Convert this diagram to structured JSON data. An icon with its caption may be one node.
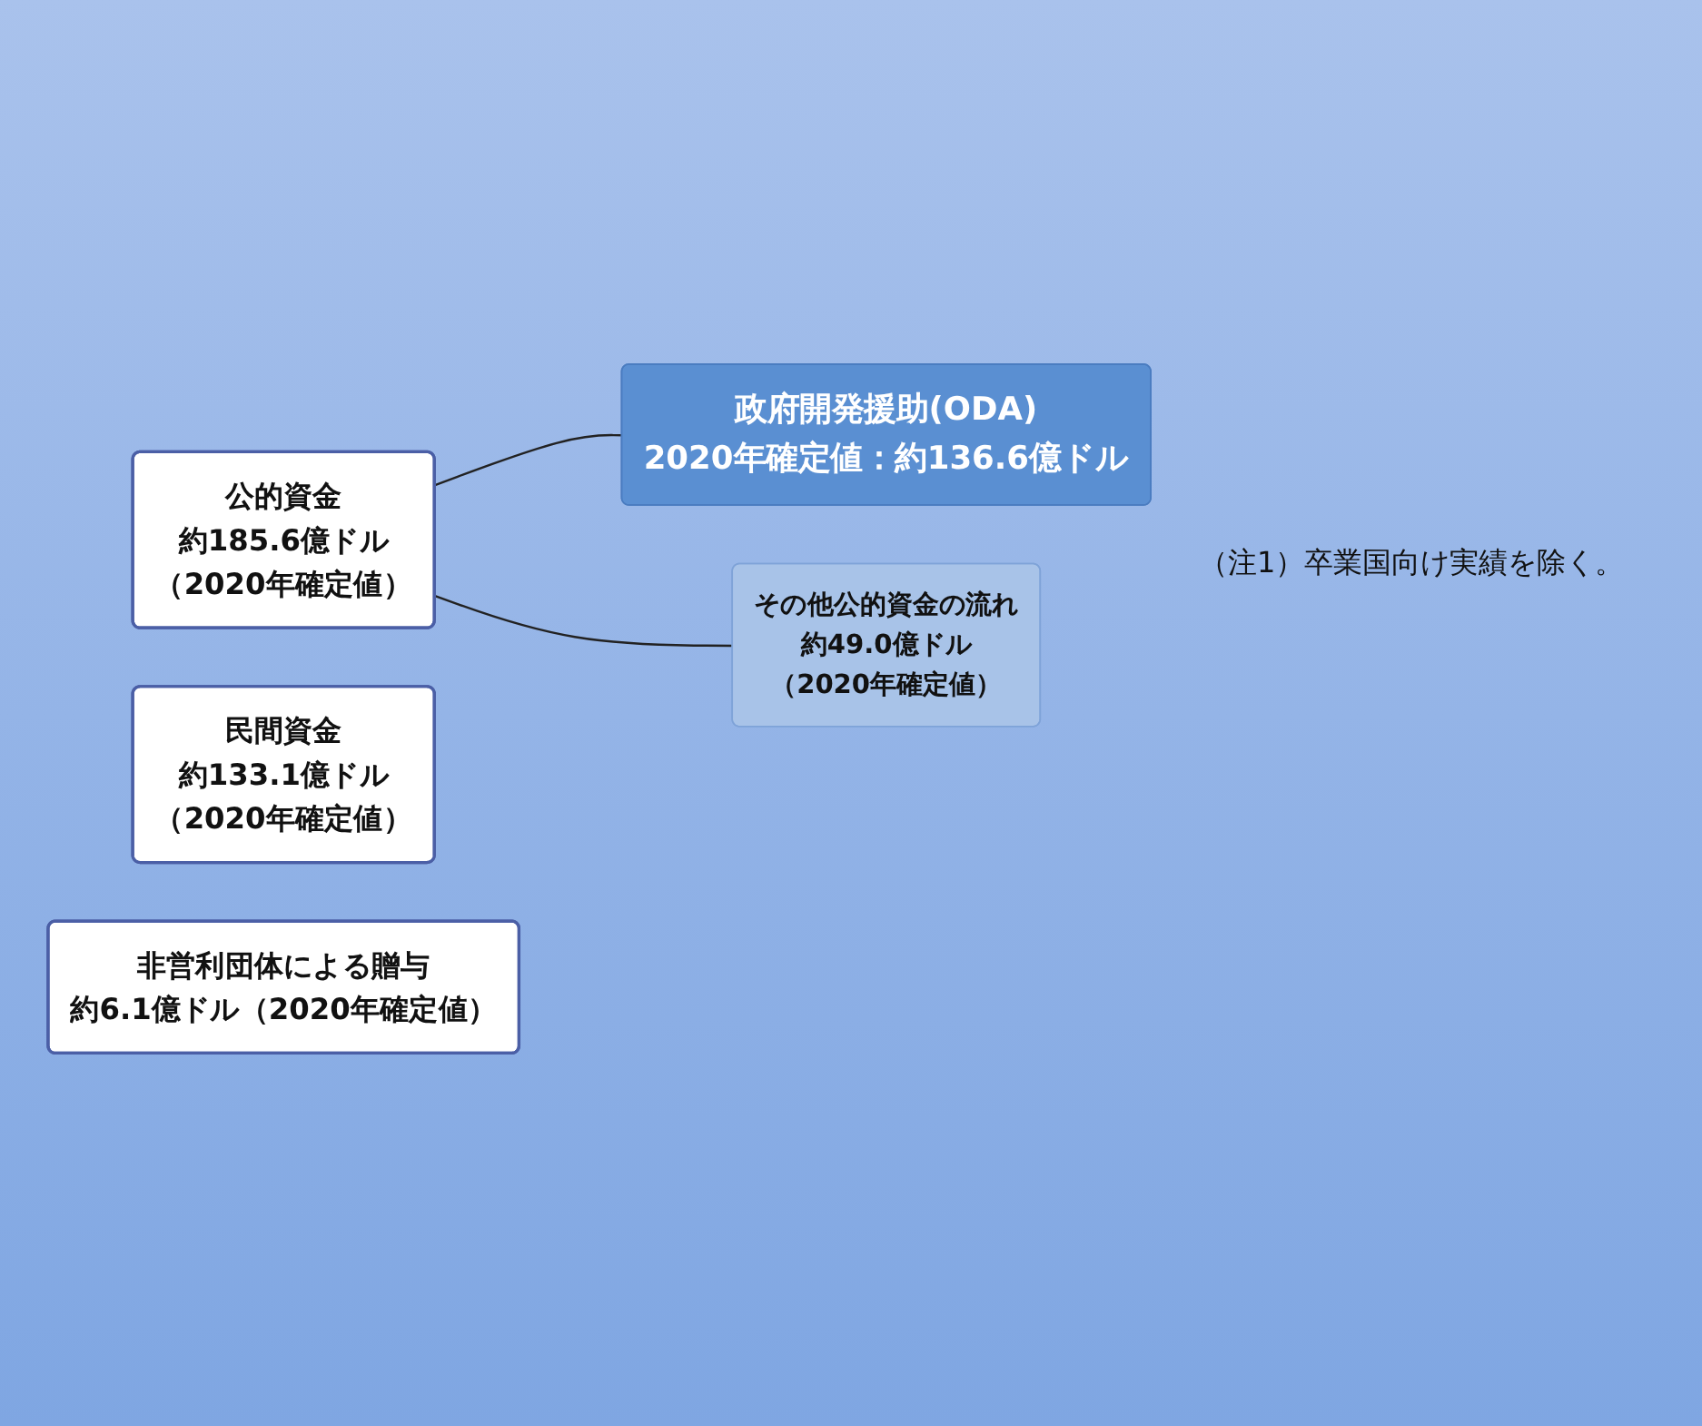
{
  "diagram": {
    "nodes": [
      {
        "text": [
          "公的資金",
          "約185.6億ドル",
          "（2020年確定値）"
        ]
      },
      {
        "text": [
          "政府開発援助(ODA)",
          "2020年確定値：約136.6億ドル"
        ]
      },
      {
        "text": [
          "その他公的資金の流れ",
          "約49.0億ドル",
          "（2020年確定値）"
        ]
      },
      {
        "text": [
          "民間資金",
          "約133.1億ドル",
          "（2020年確定値）"
        ]
      },
      {
        "text": [
          "非営利団体による贈与",
          "約6.1億ドル（2020年確定値）"
        ]
      }
    ],
    "edges": [
      {
        "from": 0,
        "to": 1,
        "arrow": "none"
      },
      {
        "from": 0,
        "to": 2,
        "arrow": "none"
      }
    ],
    "labels": [
      "（注1）卒業国向け実績を除く。"
    ]
  }
}
